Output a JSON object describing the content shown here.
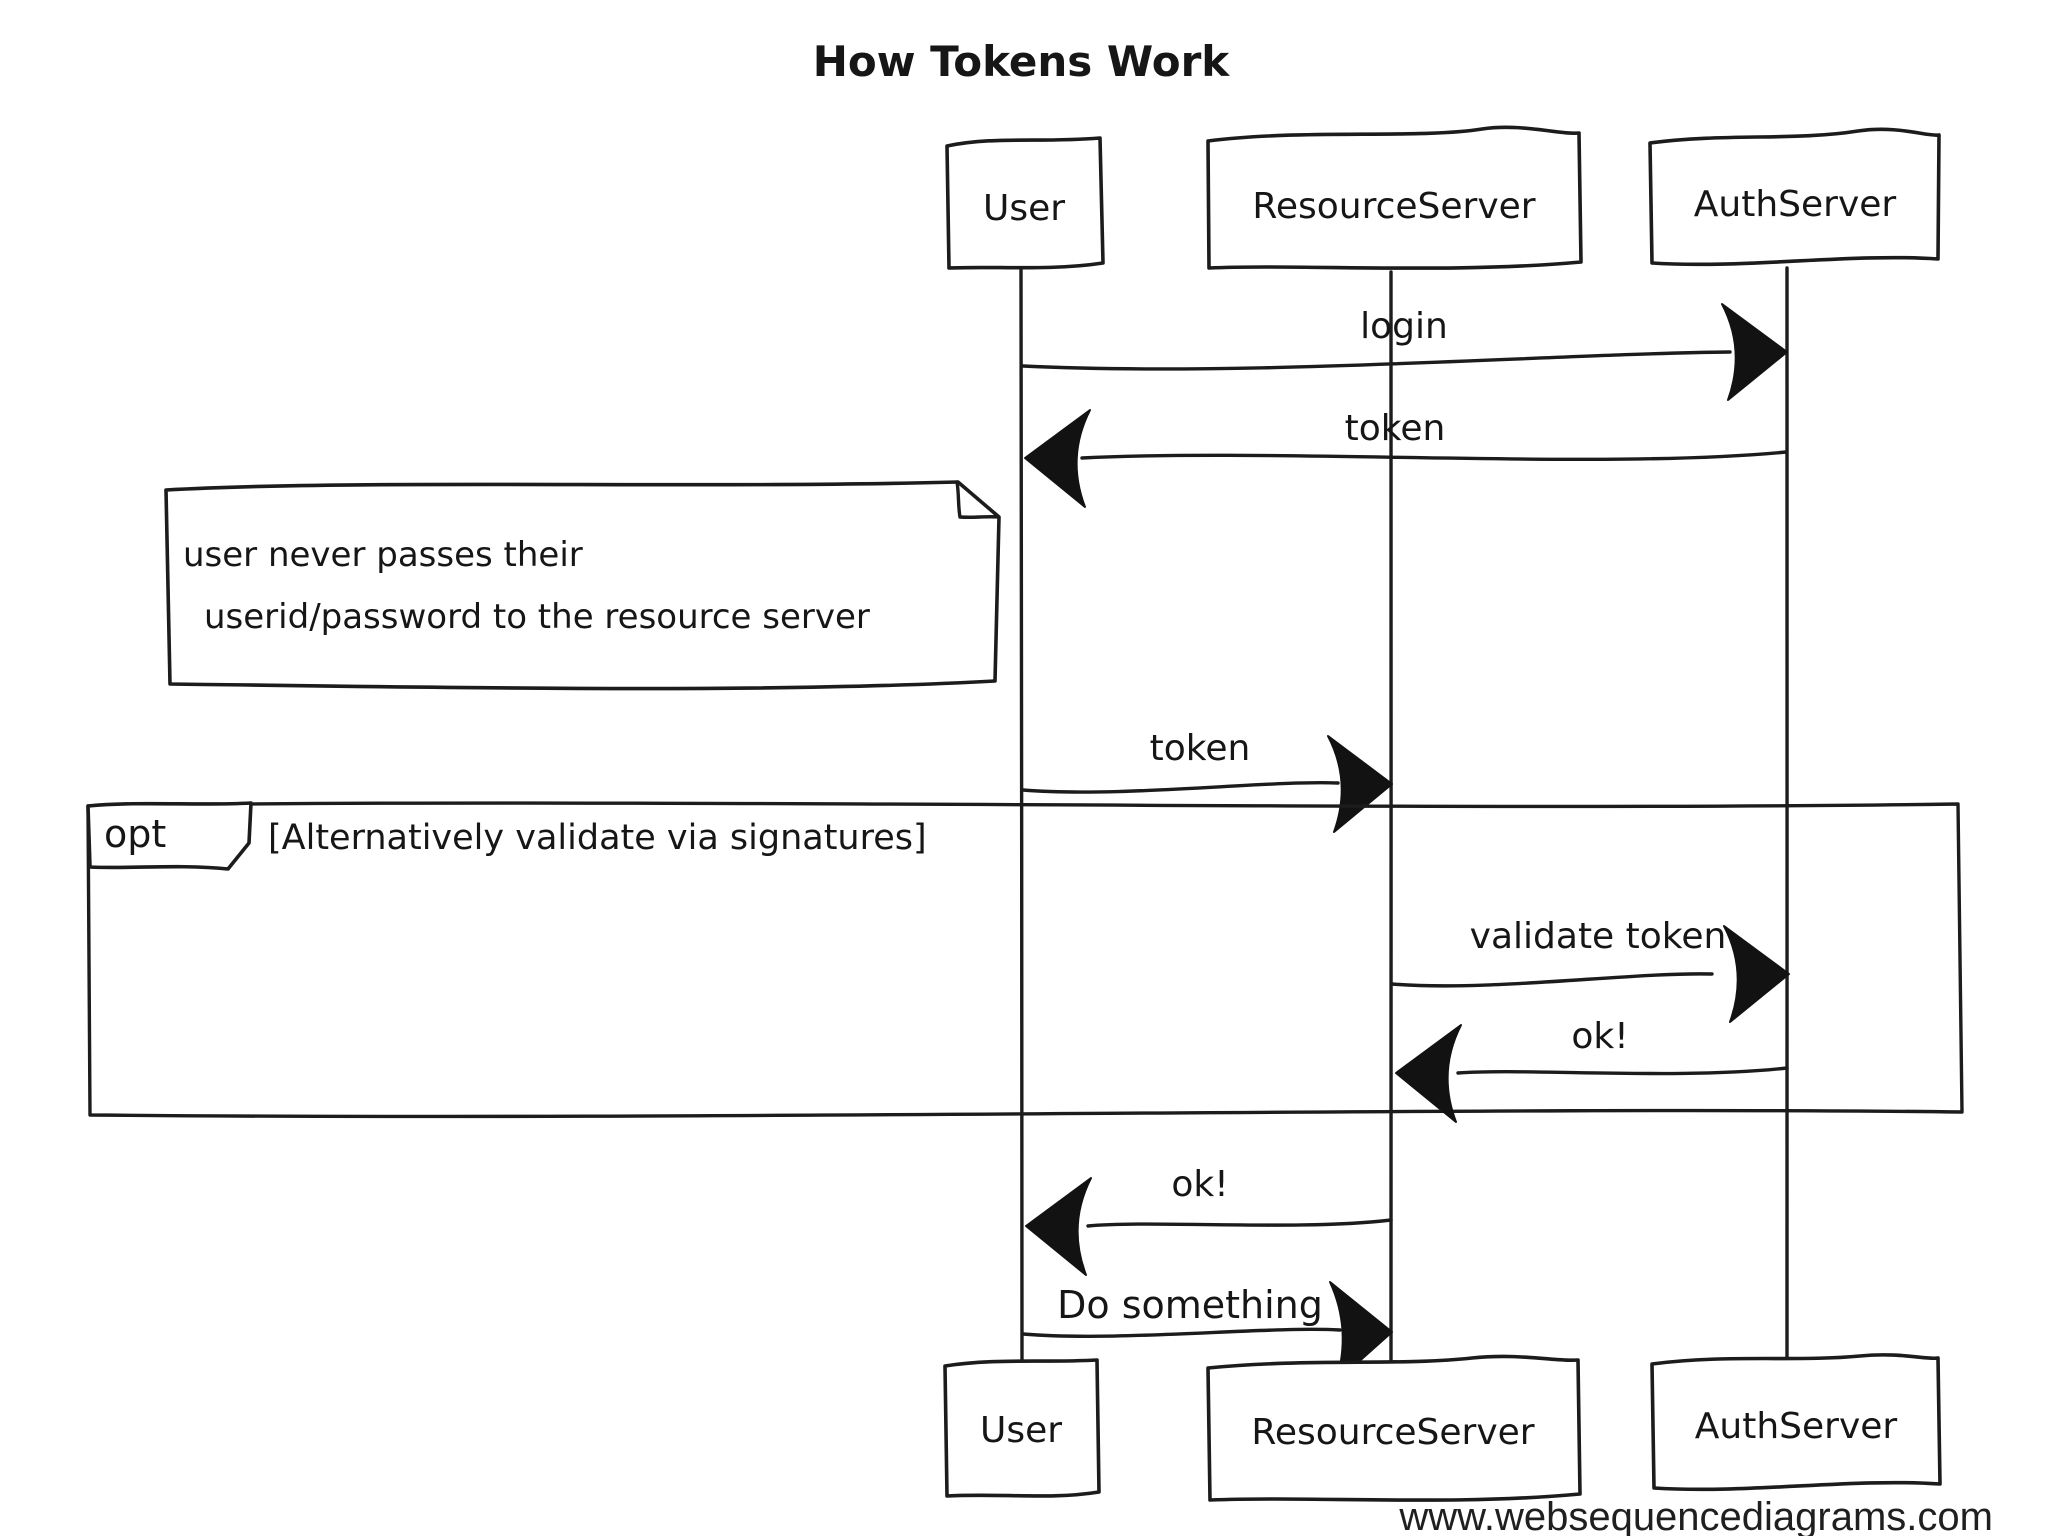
{
  "diagram": {
    "title": "How Tokens Work",
    "watermark": "www.websequencediagrams.com",
    "actors": [
      {
        "id": "user",
        "name": "User"
      },
      {
        "id": "resource-server",
        "name": "ResourceServer"
      },
      {
        "id": "auth-server",
        "name": "AuthServer"
      }
    ],
    "messages": [
      {
        "label": "login",
        "from": "User",
        "to": "AuthServer"
      },
      {
        "label": "token",
        "from": "AuthServer",
        "to": "User"
      },
      {
        "label": "token",
        "from": "User",
        "to": "ResourceServer"
      },
      {
        "label": "validate token",
        "from": "ResourceServer",
        "to": "AuthServer"
      },
      {
        "label": "ok!",
        "from": "AuthServer",
        "to": "ResourceServer"
      },
      {
        "label": "ok!",
        "from": "ResourceServer",
        "to": "User"
      },
      {
        "label": "Do something",
        "from": "User",
        "to": "ResourceServer"
      }
    ],
    "note": {
      "lines": [
        "user never passes their",
        "userid/password to the resource server"
      ]
    },
    "fragment": {
      "operator": "opt",
      "guard": "[Alternatively validate via signatures]"
    },
    "colors": {
      "ink": "#1c1c1c",
      "background": "#ffffff"
    }
  }
}
